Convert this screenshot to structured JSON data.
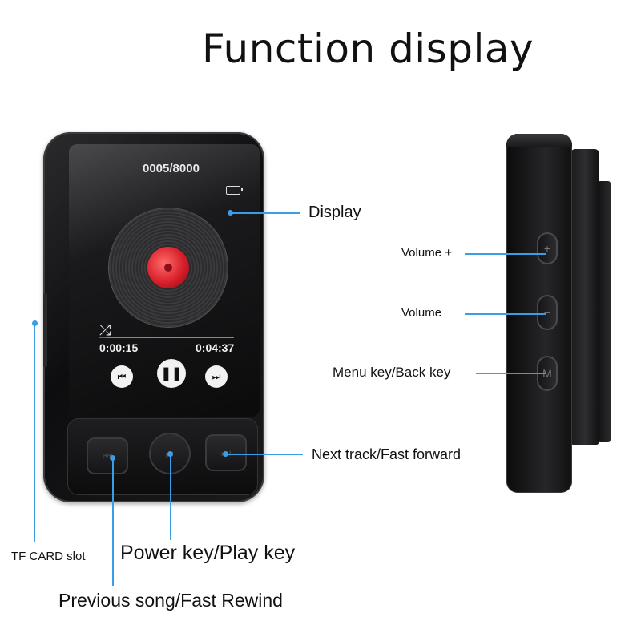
{
  "title": "Function display",
  "screen": {
    "track_counter": "0005/8000",
    "elapsed": "0:00:15",
    "total": "0:04:37",
    "progress": 0.05
  },
  "labels": {
    "display": "Display",
    "volume_plus": "Volume +",
    "volume_minus": "Volume",
    "menu_key": "Menu key/Back key",
    "next_track": "Next track/Fast forward",
    "tf_card": "TF CARD slot",
    "power_key": "Power key/Play key",
    "previous_song": "Previous song/Fast Rewind"
  },
  "colors": {
    "callout_line": "#3a9ee6",
    "accent_red": "#d81f2a"
  }
}
